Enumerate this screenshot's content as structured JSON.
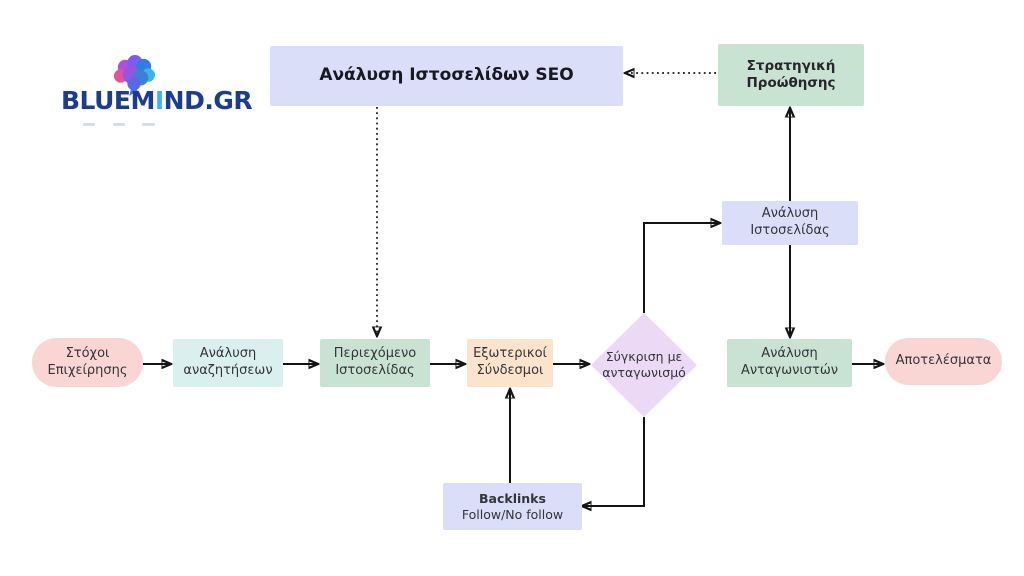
{
  "brand": {
    "name_part1": "BLUEM",
    "name_accent": "I",
    "name_part2": "ND.GR"
  },
  "nodes": {
    "seo_title": {
      "label": "Ανάλυση Ιστοσελίδων SEO"
    },
    "strategy": {
      "line1": "Στρατηγική",
      "line2": "Προώθησης"
    },
    "website_analysis": {
      "label": "Ανάλυση Ιστοσελίδας"
    },
    "business_goals": {
      "line1": "Στόχοι",
      "line2": "Επιχείρησης"
    },
    "search_analysis": {
      "line1": "Ανάλυση",
      "line2": "αναζητήσεων"
    },
    "site_content": {
      "line1": "Περιεχόμενο",
      "line2": "Ιστοσελίδας"
    },
    "external_links": {
      "line1": "Εξωτερικοί",
      "line2": "Σύνδεσμοι"
    },
    "comparison": {
      "line1": "Σύγκριση με",
      "line2": "ανταγωνισμό"
    },
    "competitor_analysis": {
      "line1": "Ανάλυση",
      "line2": "Ανταγωνιστών"
    },
    "results": {
      "label": "Αποτελέσματα"
    },
    "backlinks": {
      "title": "Backlinks",
      "subtitle": "Follow/No follow"
    }
  },
  "edges": [
    {
      "from": "business_goals",
      "to": "search_analysis",
      "style": "solid"
    },
    {
      "from": "search_analysis",
      "to": "site_content",
      "style": "solid"
    },
    {
      "from": "site_content",
      "to": "external_links",
      "style": "solid"
    },
    {
      "from": "external_links",
      "to": "comparison",
      "style": "solid"
    },
    {
      "from": "comparison",
      "to": "website_analysis",
      "style": "solid"
    },
    {
      "from": "comparison",
      "to": "backlinks",
      "style": "solid"
    },
    {
      "from": "backlinks",
      "to": "external_links",
      "style": "solid"
    },
    {
      "from": "website_analysis",
      "to": "strategy",
      "style": "solid"
    },
    {
      "from": "website_analysis",
      "to": "competitor_analysis",
      "style": "solid"
    },
    {
      "from": "competitor_analysis",
      "to": "results",
      "style": "solid"
    },
    {
      "from": "strategy",
      "to": "seo_title",
      "style": "dotted"
    },
    {
      "from": "seo_title",
      "to": "site_content",
      "style": "dotted"
    }
  ],
  "colors": {
    "lavender": "#dadef8",
    "green": "#c9e3d3",
    "cyan": "#d9f0ee",
    "peach": "#fce3cc",
    "pink": "#f9d6d3",
    "lilac": "#ecd9f5",
    "line": "#141414",
    "brand_navy": "#1b3c92",
    "brand_accent": "#41b6e6"
  }
}
